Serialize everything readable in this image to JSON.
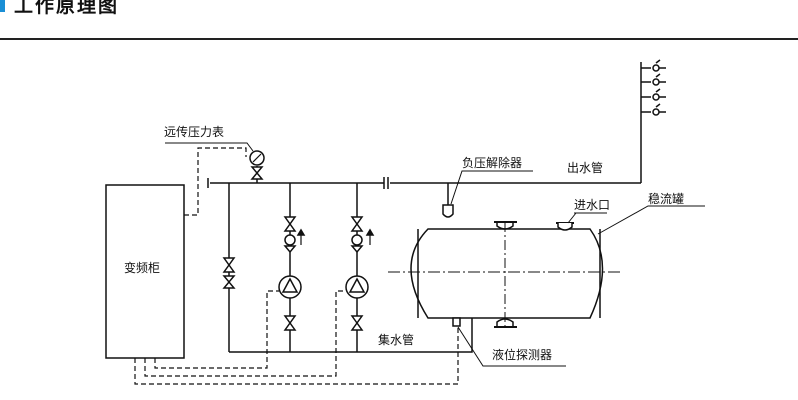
{
  "header": {
    "title": "工作原理图",
    "accent_color": "#1a8fd6"
  },
  "labels": {
    "vfd_cabinet": "变频柜",
    "remote_pressure_gauge": "远传压力表",
    "vacuum_suppressor": "负压解除器",
    "outlet_pipe": "出水管",
    "stabilizer_tank": "稳流罐",
    "inlet": "进水口",
    "collecting_pipe": "集水管",
    "level_detector": "液位探测器"
  }
}
